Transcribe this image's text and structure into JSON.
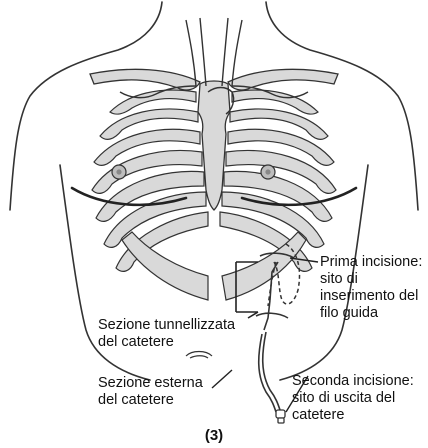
{
  "labels": {
    "first_incision": [
      "Prima incisione:",
      "sito di",
      "inserimento del",
      "filo guida"
    ],
    "tunneled_section": [
      "Sezione tunnellizzata",
      "del catetere"
    ],
    "external_section": [
      "Sezione esterna",
      "del catetere"
    ],
    "second_incision": [
      "Seconda incisione:",
      "sito di uscita del",
      "catetere"
    ]
  },
  "figure_number": "(3)",
  "colors": {
    "stroke": "#333333",
    "bone_fill": "#d9d9d9",
    "background": "#ffffff"
  }
}
